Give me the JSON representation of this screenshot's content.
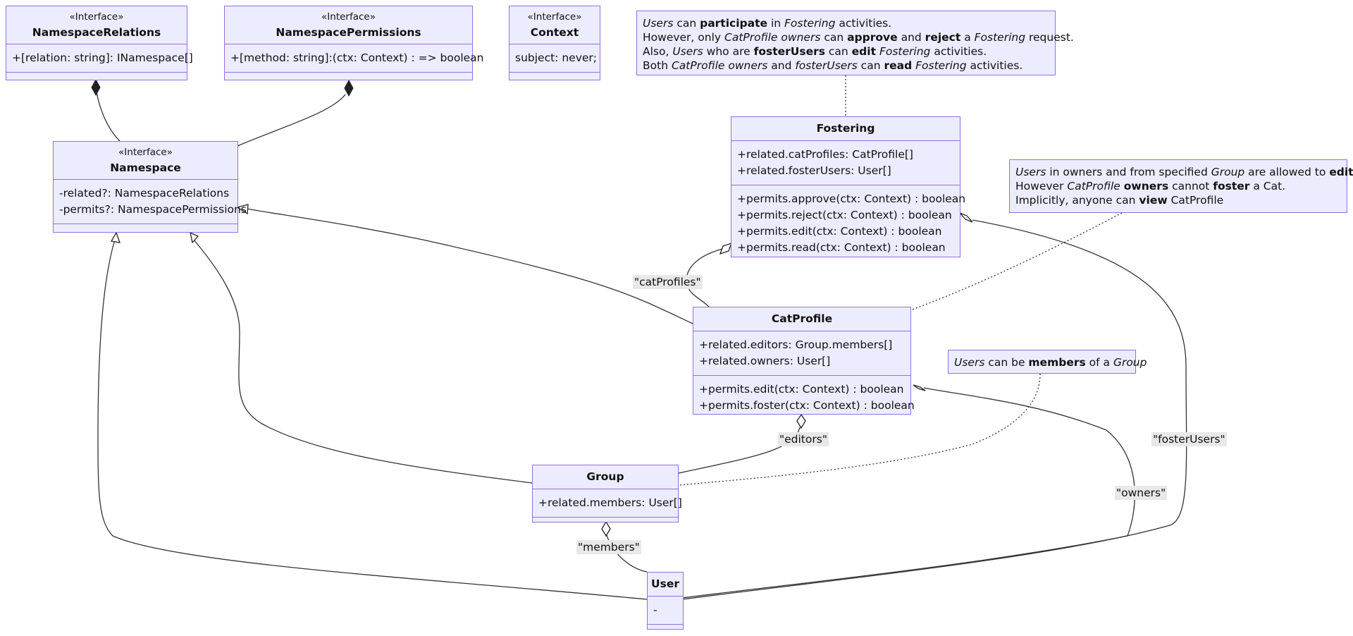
{
  "classes": {
    "namespace_relations": {
      "stereotype": "«Interface»",
      "name": "NamespaceRelations",
      "members": [
        "+[relation: string]: INamespace[]"
      ],
      "methods": []
    },
    "namespace_permissions": {
      "stereotype": "«Interface»",
      "name": "NamespacePermissions",
      "members": [
        "+[method: string]:(ctx: Context) : => boolean"
      ],
      "methods": []
    },
    "context": {
      "stereotype": "«Interface»",
      "name": "Context",
      "members": [
        "subject: never;"
      ],
      "methods": []
    },
    "namespace": {
      "stereotype": "«Interface»",
      "name": "Namespace",
      "members": [
        "-related?: NamespaceRelations",
        "-permits?: NamespacePermissions"
      ],
      "methods": []
    },
    "fostering": {
      "name": "Fostering",
      "members": [
        "+related.catProfiles: CatProfile[]",
        "+related.fosterUsers: User[]"
      ],
      "methods": [
        "+permits.approve(ctx: Context) : boolean",
        "+permits.reject(ctx: Context) : boolean",
        "+permits.edit(ctx: Context) : boolean",
        "+permits.read(ctx: Context) : boolean"
      ]
    },
    "cat_profile": {
      "name": "CatProfile",
      "members": [
        "+related.editors: Group.members[]",
        "+related.owners: User[]"
      ],
      "methods": [
        "+permits.edit(ctx: Context) : boolean",
        "+permits.foster(ctx: Context) : boolean"
      ]
    },
    "group": {
      "name": "Group",
      "members": [
        "+related.members: User[]"
      ],
      "methods": []
    },
    "user": {
      "name": "User",
      "members": [
        "-"
      ],
      "methods": []
    }
  },
  "notes": {
    "fostering_note": [
      [
        {
          "t": "Users",
          "i": true
        },
        {
          "t": " can "
        },
        {
          "t": "participate",
          "b": true
        },
        {
          "t": " in "
        },
        {
          "t": "Fostering",
          "i": true
        },
        {
          "t": " activities."
        }
      ],
      [
        {
          "t": "However, only "
        },
        {
          "t": "CatProfile",
          "i": true
        },
        {
          "t": " "
        },
        {
          "t": "owners",
          "i": true
        },
        {
          "t": " can "
        },
        {
          "t": "approve",
          "b": true
        },
        {
          "t": " and "
        },
        {
          "t": "reject",
          "b": true
        },
        {
          "t": " a "
        },
        {
          "t": "Fostering",
          "i": true
        },
        {
          "t": " request."
        }
      ],
      [
        {
          "t": "Also, "
        },
        {
          "t": "Users",
          "i": true
        },
        {
          "t": " who are "
        },
        {
          "t": "fosterUsers",
          "b": true
        },
        {
          "t": " can "
        },
        {
          "t": "edit",
          "b": true
        },
        {
          "t": " "
        },
        {
          "t": "Fostering",
          "i": true
        },
        {
          "t": " activities."
        }
      ],
      [
        {
          "t": "Both "
        },
        {
          "t": "CatProfile",
          "i": true
        },
        {
          "t": " "
        },
        {
          "t": "owners",
          "i": true
        },
        {
          "t": " and "
        },
        {
          "t": "fosterUsers",
          "i": true
        },
        {
          "t": " can "
        },
        {
          "t": "read",
          "b": true
        },
        {
          "t": " "
        },
        {
          "t": "Fostering",
          "i": true
        },
        {
          "t": " activities."
        }
      ]
    ],
    "catprofile_note": [
      [
        {
          "t": "Users",
          "i": true
        },
        {
          "t": " in owners and from specified "
        },
        {
          "t": "Group",
          "i": true
        },
        {
          "t": " are allowed to "
        },
        {
          "t": "edit",
          "b": true
        },
        {
          "t": "."
        }
      ],
      [
        {
          "t": "However "
        },
        {
          "t": "CatProfile",
          "i": true
        },
        {
          "t": " "
        },
        {
          "t": "owners",
          "b": true
        },
        {
          "t": " cannot "
        },
        {
          "t": "foster",
          "b": true
        },
        {
          "t": " a Cat."
        }
      ],
      [
        {
          "t": "Implicitly, anyone can "
        },
        {
          "t": "view",
          "b": true
        },
        {
          "t": " CatProfile"
        }
      ]
    ],
    "group_note": [
      [
        {
          "t": "Users",
          "i": true
        },
        {
          "t": " can be "
        },
        {
          "t": "members",
          "b": true
        },
        {
          "t": " of a "
        },
        {
          "t": "Group",
          "i": true
        }
      ]
    ]
  },
  "edge_labels": {
    "cat_profiles": "\"catProfiles\"",
    "editors": "\"editors\"",
    "foster_users": "\"fosterUsers\"",
    "owners": "\"owners\"",
    "members": "\"members\""
  }
}
